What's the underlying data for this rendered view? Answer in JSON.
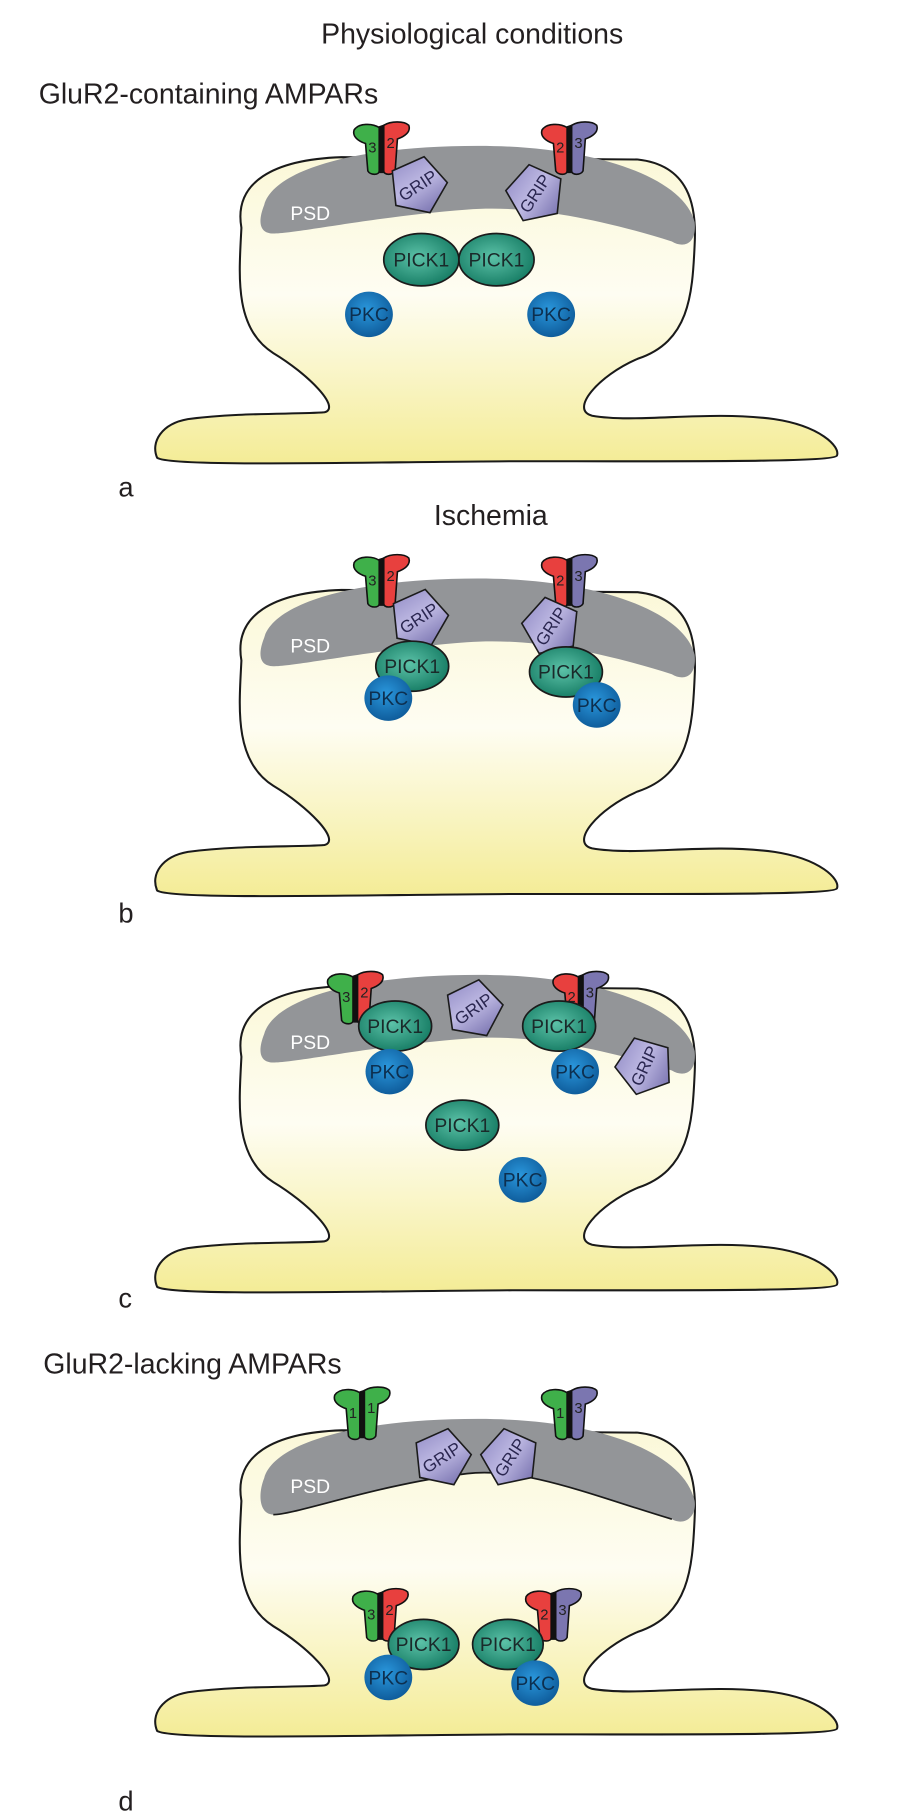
{
  "titles": {
    "main": "Physiological conditions",
    "group1": "GluR2-containing AMPARs",
    "ischemia": "Ischemia",
    "group2": "GluR2-lacking AMPARs"
  },
  "labels": {
    "psd": "PSD",
    "pick1": "PICK1",
    "pkc": "PKC",
    "grip": "GRIP"
  },
  "panels": [
    {
      "id": "a",
      "label": "a",
      "condition": "Physiological conditions",
      "receptors": [
        {
          "subunits": [
            "3",
            "2"
          ]
        },
        {
          "subunits": [
            "2",
            "3"
          ]
        }
      ],
      "grip_count": 2,
      "pick1_count": 2,
      "pkc_count": 2
    },
    {
      "id": "b",
      "label": "b",
      "condition": "Ischemia",
      "receptors": [
        {
          "subunits": [
            "3",
            "2"
          ]
        },
        {
          "subunits": [
            "2",
            "3"
          ]
        }
      ],
      "grip_count": 2,
      "pick1_count": 2,
      "pkc_count": 2
    },
    {
      "id": "c",
      "label": "c",
      "condition": "Ischemia",
      "receptors": [
        {
          "subunits": [
            "3",
            "2"
          ]
        },
        {
          "subunits": [
            "2",
            "3"
          ]
        }
      ],
      "grip_count": 2,
      "pick1_count": 3,
      "pkc_count": 3
    },
    {
      "id": "d",
      "label": "d",
      "condition": "GluR2-lacking AMPARs",
      "receptors": [
        {
          "subunits": [
            "1",
            "1"
          ]
        },
        {
          "subunits": [
            "1",
            "3"
          ]
        },
        {
          "subunits": [
            "3",
            "2"
          ]
        },
        {
          "subunits": [
            "2",
            "3"
          ]
        }
      ],
      "grip_count": 2,
      "pick1_count": 2,
      "pkc_count": 2
    }
  ],
  "colors": {
    "psd": "#939598",
    "spine_top": "#fdfbe6",
    "spine_bottom": "#f5ee9a",
    "pick1": "#2a9a80",
    "pkc": "#1f7fc4",
    "grip": "#9a94c8",
    "subunit_1": "#3fb04a",
    "subunit_2": "#e8403e",
    "subunit_3_green": "#3fb04a",
    "subunit_3_purple": "#7b76b0"
  }
}
